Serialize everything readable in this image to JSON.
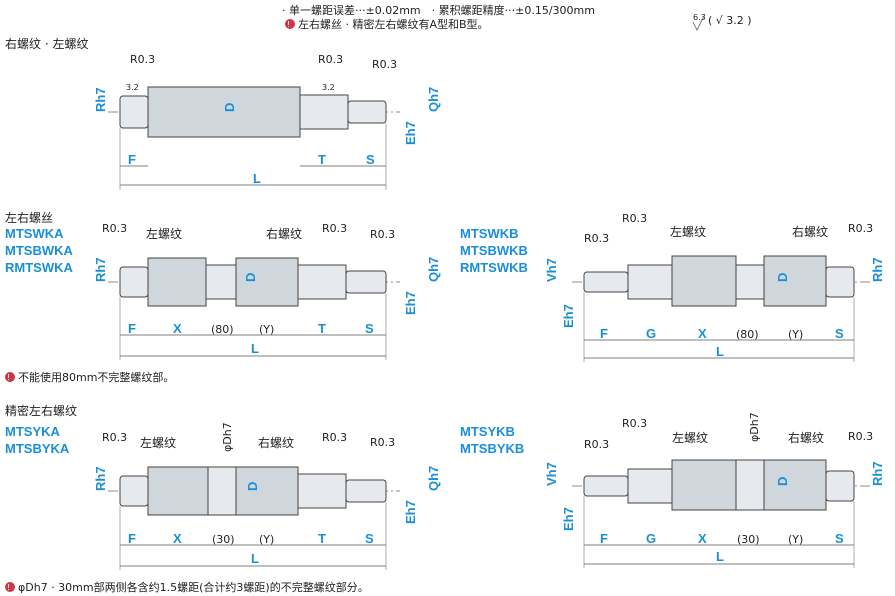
{
  "header": {
    "line1": "· 单一螺距误差···±0.02mm　· 累积螺距精度···±0.15/300mm",
    "line2": "左右螺丝 · 精密左右螺纹有A型和B型。",
    "roughness_main": "6.3",
    "roughness_paren": "( √ 3.2 )"
  },
  "sections": {
    "s1": {
      "title": "右螺纹 · 左螺纹"
    },
    "s2": {
      "title": "左右螺丝",
      "codes": [
        "MTSWKA",
        "MTSBWKA",
        "RMTSWKA"
      ],
      "note": "不能使用80mm不完整螺纹部。"
    },
    "s3": {
      "codes": [
        "MTSWKB",
        "MTSBWKB",
        "RMTSWKB"
      ]
    },
    "s4": {
      "title": "精密左右螺纹",
      "codes": [
        "MTSYKA",
        "MTSBYKA"
      ],
      "note": "φDh7 · 30mm部两侧各含约1.5螺距(合计约3螺距)的不完整螺纹部分。"
    },
    "s5": {
      "codes": [
        "MTSYKB",
        "MTSBYKB"
      ]
    }
  },
  "labels": {
    "R03": "R0.3",
    "rough": "3.2",
    "left_thread": "左螺纹",
    "right_thread": "右螺纹",
    "Rh7": "Rh7",
    "Qh7": "Qh7",
    "Eh7": "Eh7",
    "Vh7": "Vh7",
    "phiDh7": "φDh7",
    "D": "D",
    "F": "F",
    "T": "T",
    "S": "S",
    "L": "L",
    "X": "X",
    "G": "G",
    "p80": "(80)",
    "p30": "(30)",
    "pY": "(Y)"
  }
}
